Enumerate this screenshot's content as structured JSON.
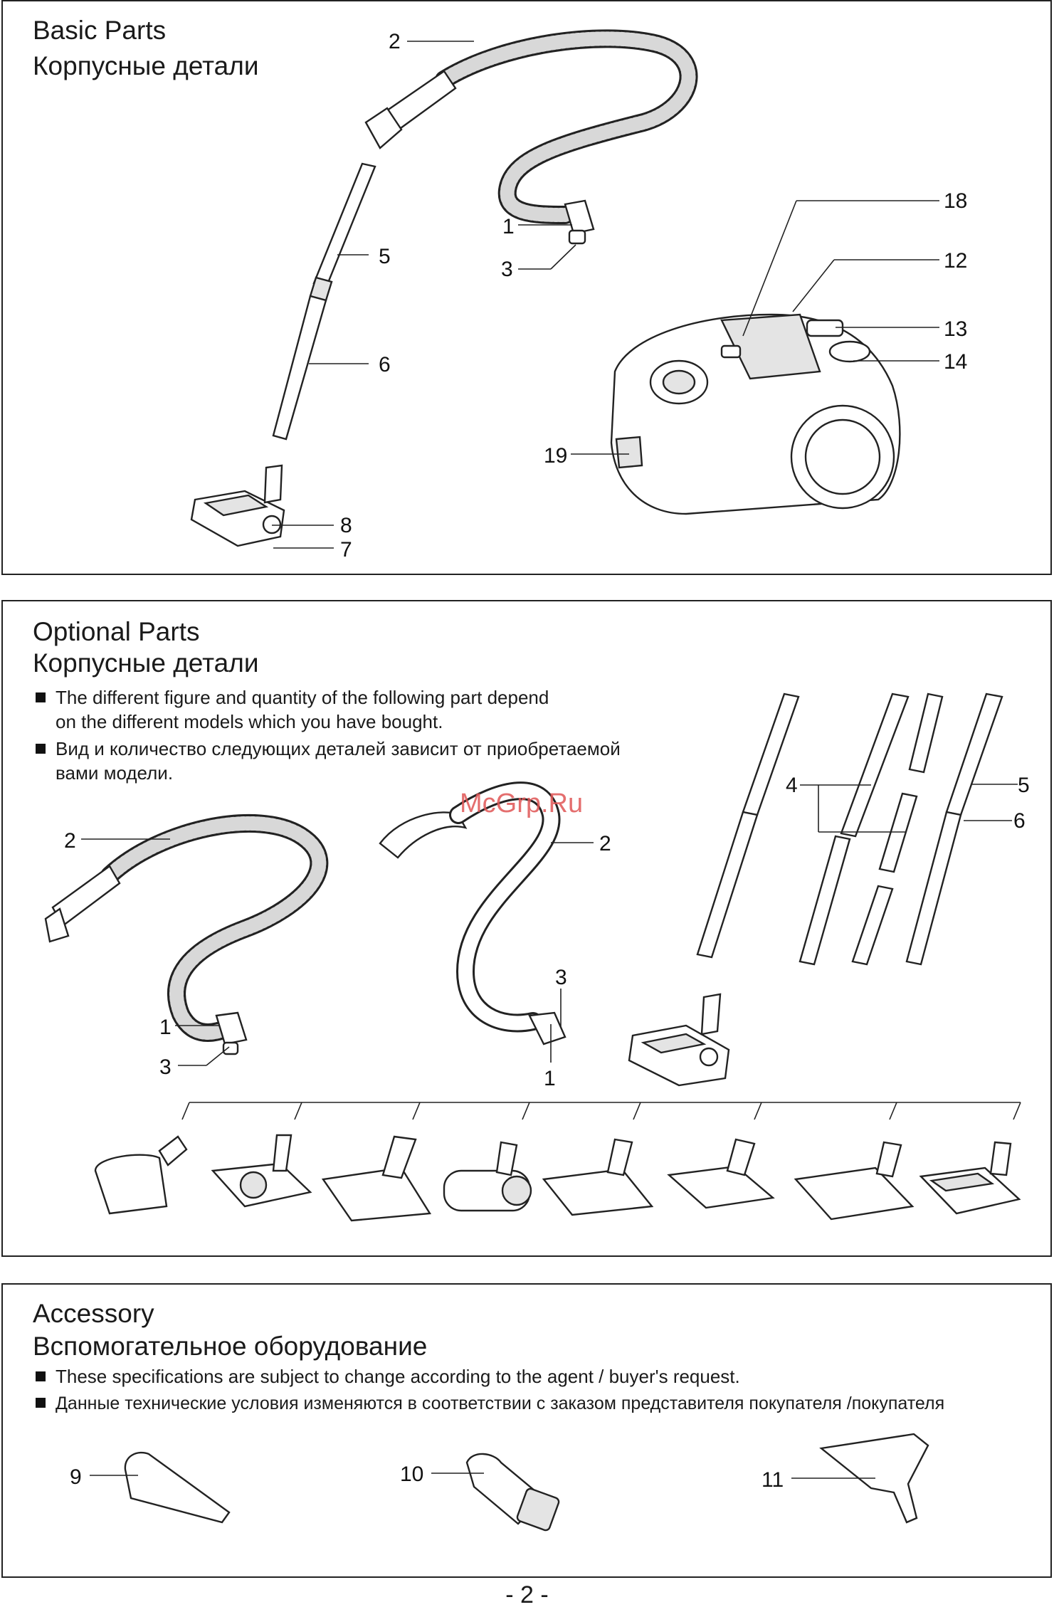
{
  "basic": {
    "title_en": "Basic Parts",
    "title_ru": "Корпусные детали",
    "callouts": [
      "2",
      "1",
      "3",
      "5",
      "6",
      "8",
      "7",
      "18",
      "12",
      "13",
      "14",
      "19"
    ]
  },
  "optional": {
    "title_en": "Optional Parts",
    "title_ru": "Корпусные детали",
    "note_en_1": "The different figure and quantity of the following part depend",
    "note_en_2": "on the different models which you have bought.",
    "note_ru_1": "Вид и количество следующих деталей зависит от приобретаемой",
    "note_ru_2": "вами модели.",
    "callouts": [
      "2",
      "1",
      "3",
      "2",
      "3",
      "1",
      "4",
      "5",
      "6"
    ]
  },
  "accessory": {
    "title_en": "Accessory",
    "title_ru": "Вспомогательное оборудование",
    "note_en": "These specifications are subject to change according to the agent / buyer's request.",
    "note_ru": "Данные технические условия изменяются в соответствии с заказом представителя покупателя /покупателя",
    "callouts": [
      "9",
      "10",
      "11"
    ]
  },
  "watermark": "McGrp.Ru",
  "page_number": "- 2 -"
}
